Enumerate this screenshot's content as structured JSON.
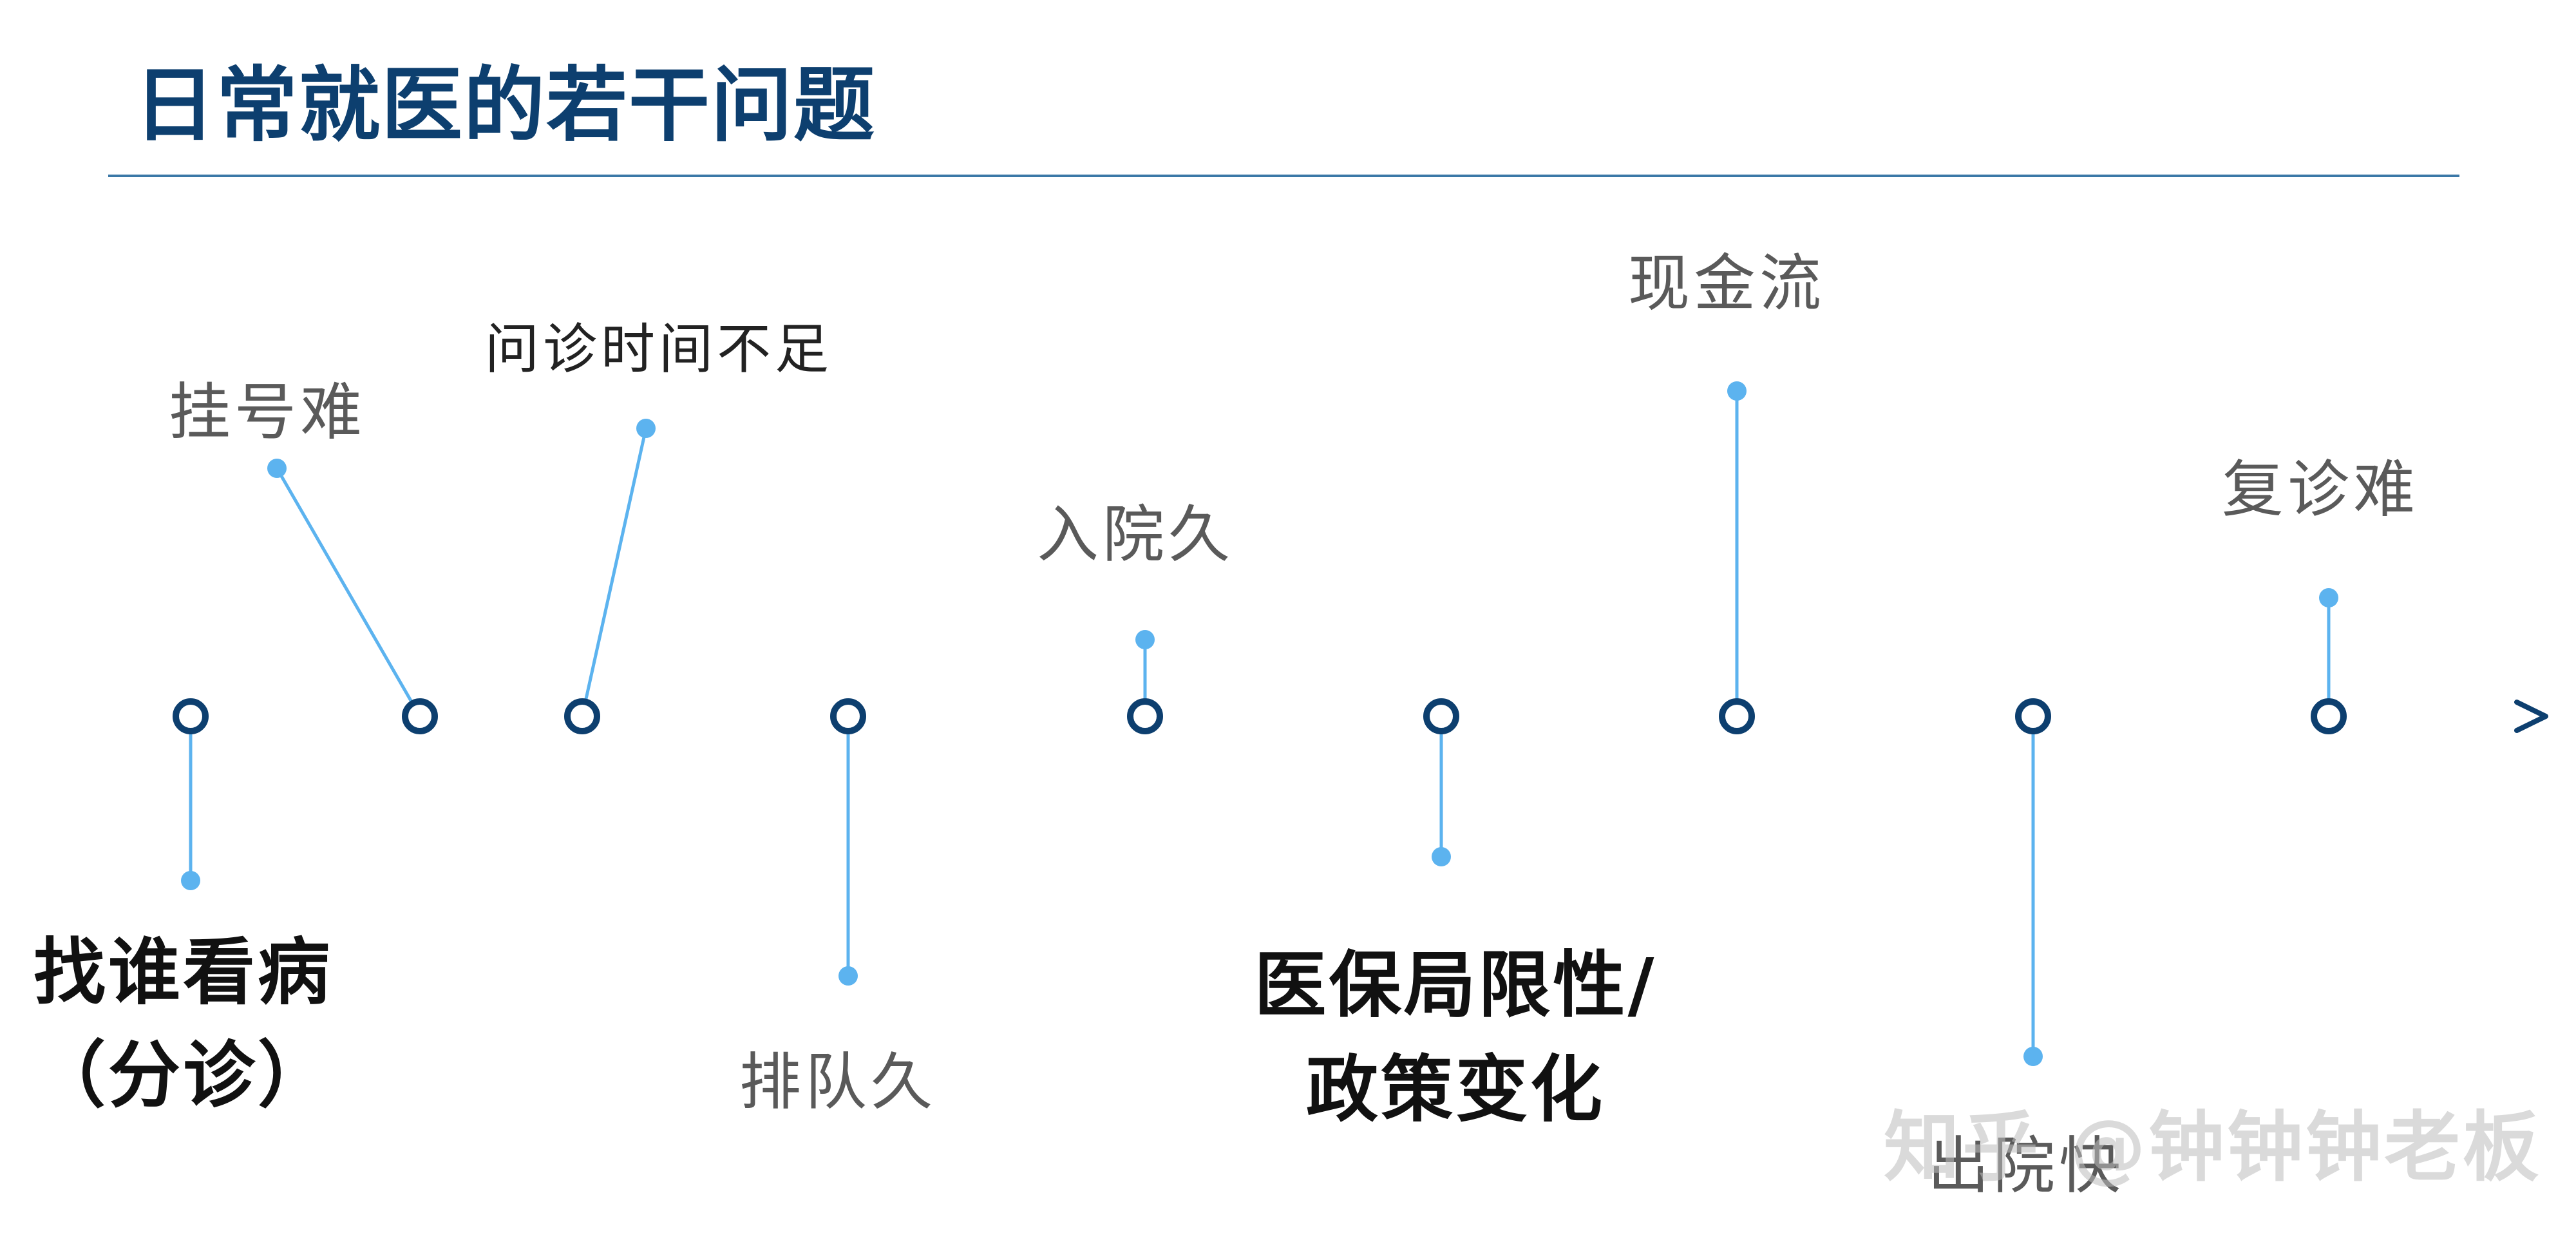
{
  "title": "日常就医的若干问题",
  "timeline": {
    "colors": {
      "axis_start": "#3a8fd6",
      "axis_end": "#0d3f6f",
      "node_stroke": "#0d3f6f",
      "stem": "#5cb3ef",
      "dot": "#5cb3ef"
    },
    "events": [
      {
        "id": "find-doctor",
        "label_lines": [
          "找谁看病",
          "（分诊）"
        ]
      },
      {
        "id": "registration",
        "label_lines": [
          "挂号难"
        ]
      },
      {
        "id": "consult-time",
        "label_lines": [
          "问诊时间不足"
        ]
      },
      {
        "id": "queue",
        "label_lines": [
          "排队久"
        ]
      },
      {
        "id": "admission",
        "label_lines": [
          "入院久"
        ]
      },
      {
        "id": "insurance",
        "label_lines": [
          "医保局限性/",
          "政策变化"
        ]
      },
      {
        "id": "cash-flow",
        "label_lines": [
          "现金流"
        ]
      },
      {
        "id": "discharge",
        "label_lines": [
          "出院快"
        ]
      },
      {
        "id": "follow-up",
        "label_lines": [
          "复诊难"
        ]
      }
    ]
  },
  "watermark": "知乎 @钟钟钟老板"
}
